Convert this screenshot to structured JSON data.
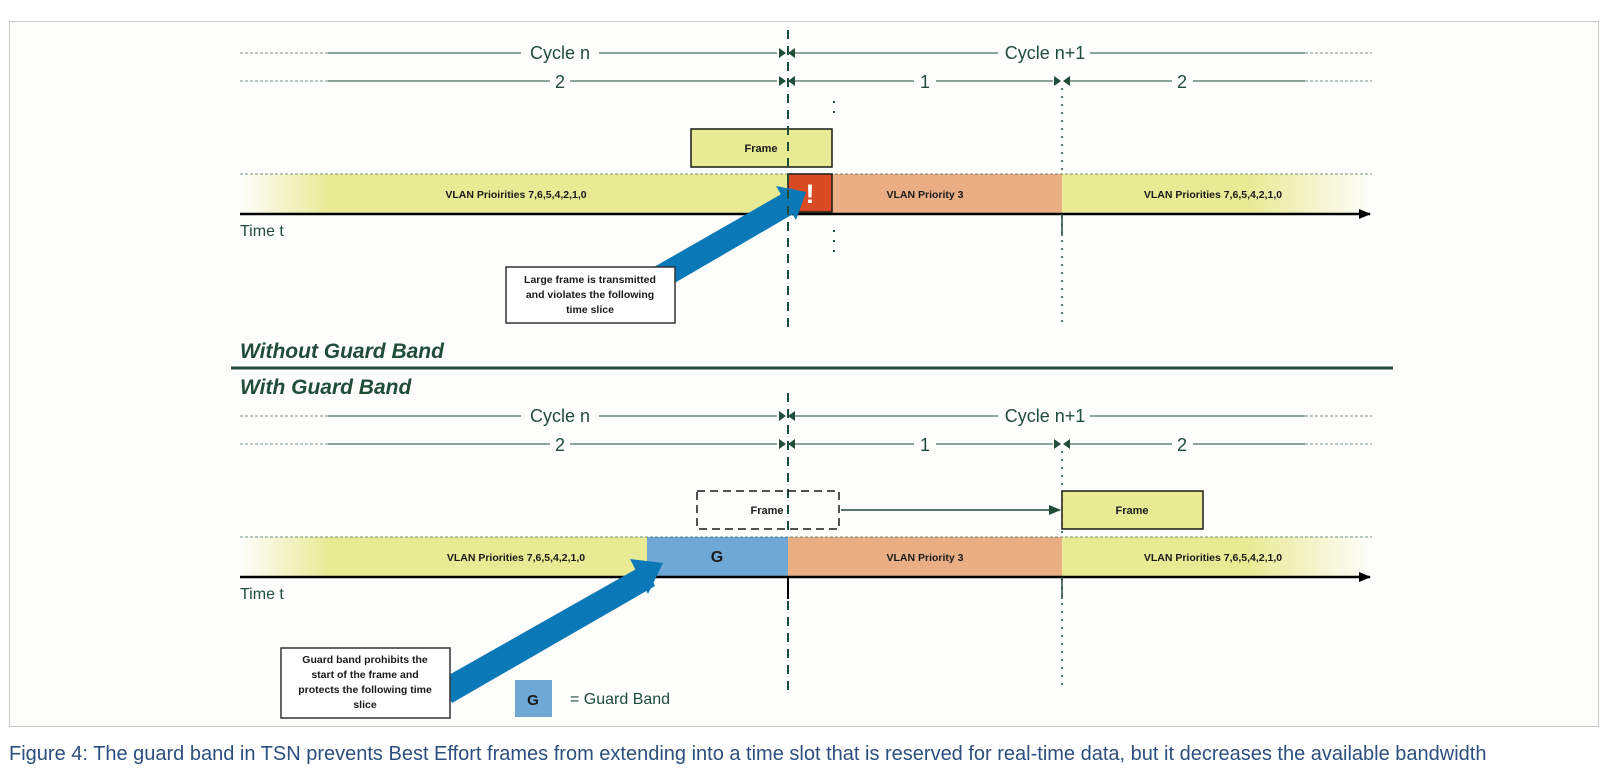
{
  "colors": {
    "dark_green": "#1f4d36",
    "yellow_band": "#e9ea94",
    "orange_band": "#eaae85",
    "guard_blue": "#6fa8d5",
    "alert_red": "#d84a22",
    "arrow_blue": "#0b78b8",
    "caption_blue": "#2b4f7e"
  },
  "top": {
    "title": "Without Guard Band",
    "cycle_n": "Cycle n",
    "cycle_n1": "Cycle n+1",
    "slot_2_left": "2",
    "slot_1": "1",
    "slot_2_right": "2",
    "frame_label": "Frame",
    "alert_symbol": "!",
    "vlan_left": "VLAN Prioirities 7,6,5,4,2,1,0",
    "vlan_mid": "VLAN Priority 3",
    "vlan_right": "VLAN Priorities 7,6,5,4,2,1,0",
    "time_label": "Time t",
    "callout": [
      "Large frame is transmitted",
      "and violates the following",
      "time slice"
    ],
    "alert_icon": "exclamation-icon"
  },
  "bottom": {
    "title": "With Guard Band",
    "cycle_n": "Cycle n",
    "cycle_n1": "Cycle n+1",
    "slot_2_left": "2",
    "slot_1": "1",
    "slot_2_right": "2",
    "frame_label_dashed": "Frame",
    "frame_label_moved": "Frame",
    "guard_label": "G",
    "vlan_left": "VLAN Priorities 7,6,5,4,2,1,0",
    "vlan_mid": "VLAN Priority 3",
    "vlan_right": "VLAN Priorities 7,6,5,4,2,1,0",
    "time_label": "Time t",
    "callout": [
      "Guard band prohibits the",
      "start of the frame and",
      "protects the following time",
      "slice"
    ]
  },
  "legend": {
    "symbol": "G",
    "text": "= Guard Band"
  },
  "caption": "Figure 4: The guard band in TSN prevents Best Effort frames from extending into a time slot that is reserved for real-time data, but it decreases the available bandwidth"
}
